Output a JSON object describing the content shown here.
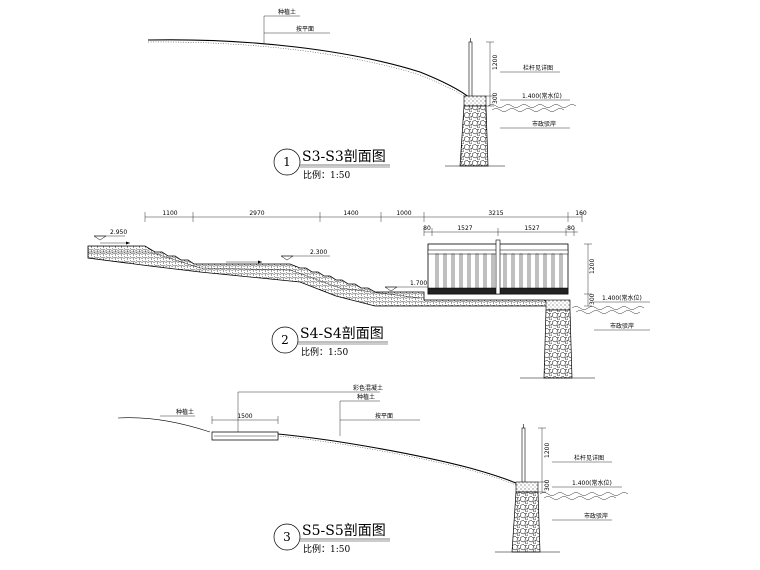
{
  "section1": {
    "labels": {
      "soil": "种植土",
      "grade": "按平面",
      "railing": "栏杆见详图",
      "water": "1.400(常水位)",
      "revetment": "市政驳岸",
      "dim_rail": "1200",
      "dim_base": "300"
    },
    "title": "S3-S3剖面图",
    "scale": "比例：1:50",
    "number": "1"
  },
  "section2": {
    "dims_top": [
      "1100",
      "2970",
      "1400",
      "1000",
      "3215",
      "160"
    ],
    "dims_sub": [
      "80",
      "1527",
      "1527",
      "80"
    ],
    "elevations": [
      "2.950",
      "2.300",
      "1.700"
    ],
    "labels": {
      "water": "1.400(常水位)",
      "revetment": "市政驳岸",
      "dim_rail": "1200",
      "dim_base": "300"
    },
    "title": "S4-S4剖面图",
    "scale": "比例：1:50",
    "number": "2"
  },
  "section3": {
    "labels": {
      "soil_left": "种植土",
      "concrete": "彩色混凝土",
      "soil": "种植土",
      "dim_1500": "1500",
      "grade": "按平面",
      "railing": "栏杆见详图",
      "water": "1.400(常水位)",
      "revetment": "市政驳岸",
      "dim_rail": "1200",
      "dim_base": "300"
    },
    "title": "S5-S5剖面图",
    "scale": "比例：1:50",
    "number": "3"
  }
}
